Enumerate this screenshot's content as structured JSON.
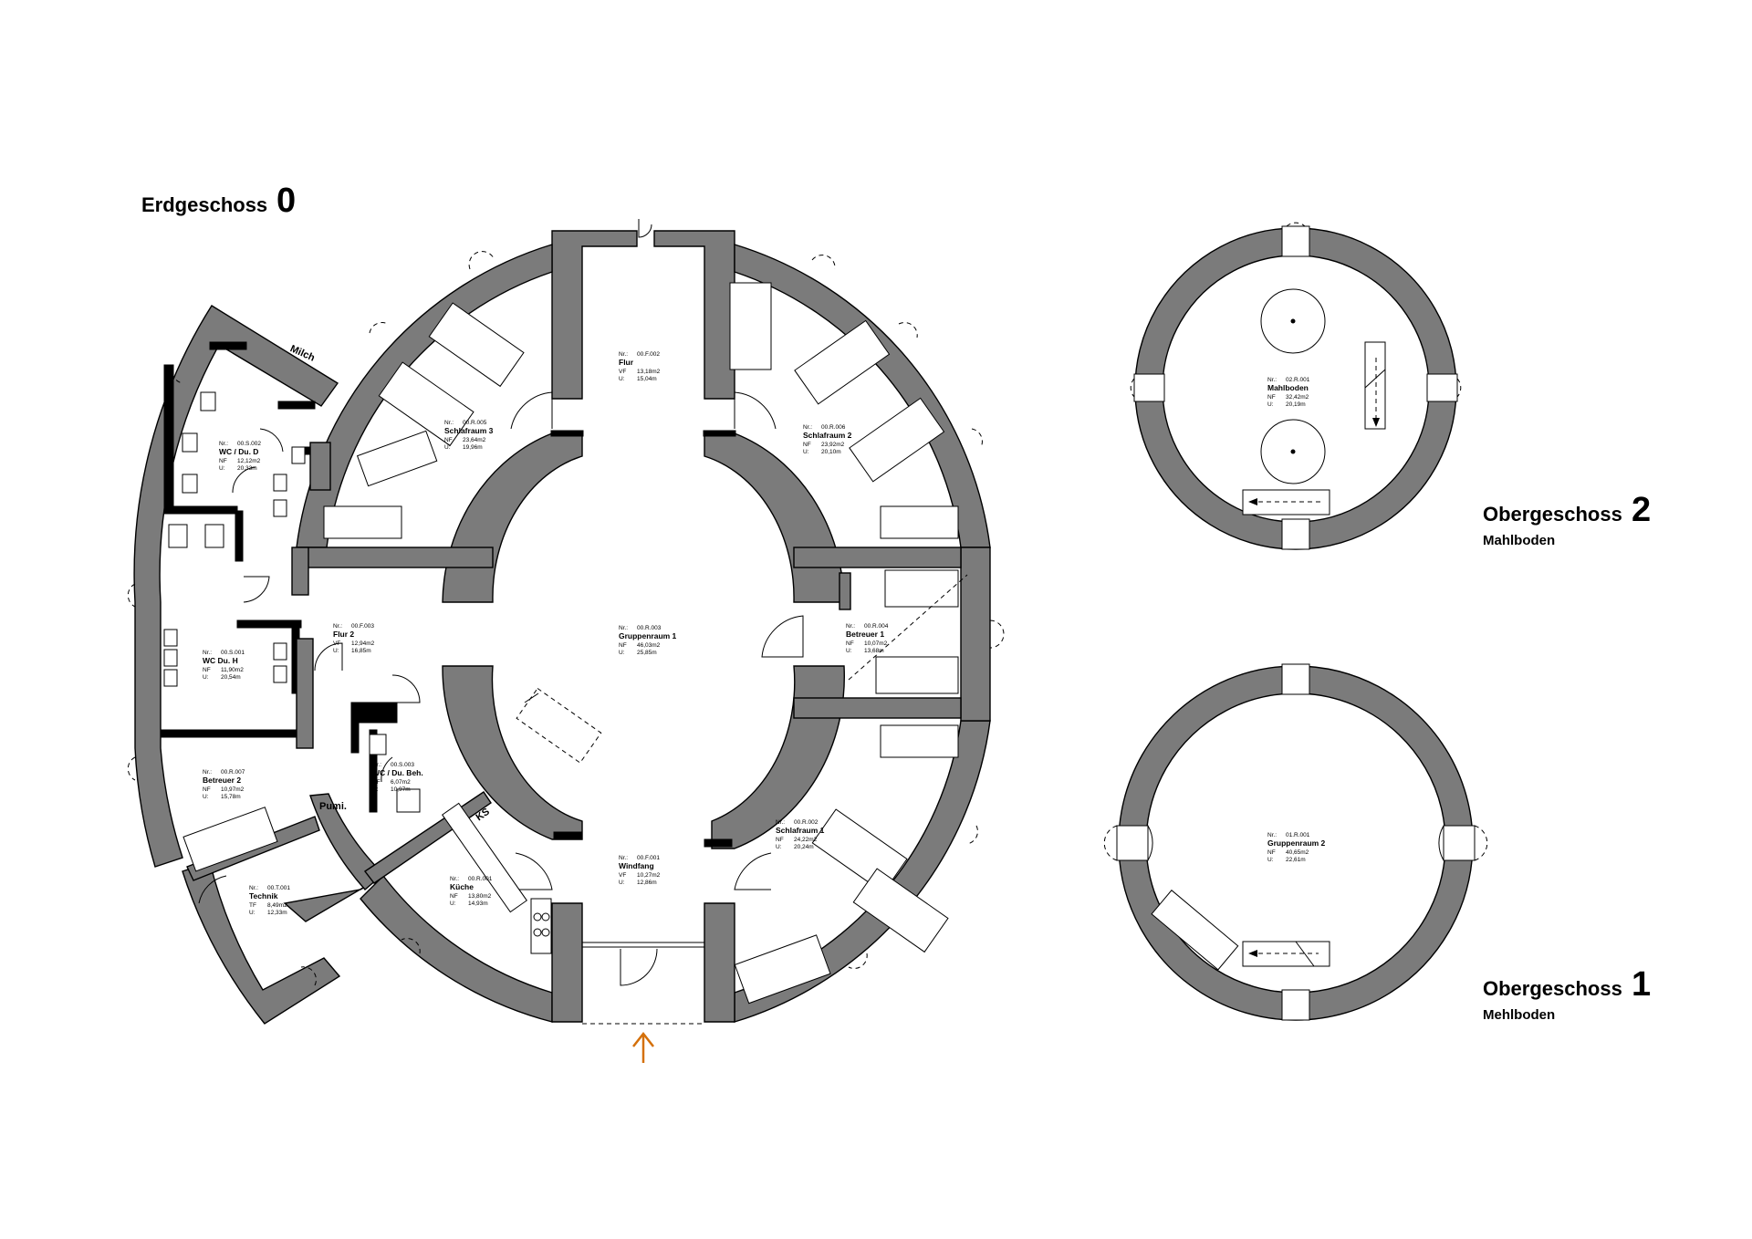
{
  "floors": {
    "ground": {
      "name": "Erdgeschoss",
      "number": "0"
    },
    "upper2": {
      "name": "Obergeschoss",
      "number": "2",
      "subtitle": "Mahlboden"
    },
    "upper1": {
      "name": "Obergeschoss",
      "number": "1",
      "subtitle": "Mehlboden"
    }
  },
  "labels": {
    "milch": "Milch",
    "pumi": "Pumi.",
    "ks": "KS"
  },
  "rooms": {
    "flur": {
      "nr": "Nr.:",
      "code": "00.F.002",
      "name": "Flur",
      "area_label": "VF",
      "area": "13,18m2",
      "perim_label": "U:",
      "perim": "15,04m"
    },
    "schlaf3": {
      "nr": "Nr.:",
      "code": "00.R.005",
      "name": "Schlafraum 3",
      "area_label": "NF",
      "area": "23,64m2",
      "perim_label": "U:",
      "perim": "19,96m"
    },
    "schlaf2": {
      "nr": "Nr.:",
      "code": "00.R.006",
      "name": "Schlafraum 2",
      "area_label": "NF",
      "area": "23,92m2",
      "perim_label": "U:",
      "perim": "20,10m"
    },
    "wcd": {
      "nr": "Nr.:",
      "code": "00.S.002",
      "name": "WC / Du. D",
      "area_label": "NF",
      "area": "12,12m2",
      "perim_label": "U:",
      "perim": "20,33m"
    },
    "flur2": {
      "nr": "Nr.:",
      "code": "00.F.003",
      "name": "Flur 2",
      "area_label": "VF",
      "area": "12,94m2",
      "perim_label": "U:",
      "perim": "16,85m"
    },
    "gruppen1": {
      "nr": "Nr.:",
      "code": "00.R.003",
      "name": "Gruppenraum 1",
      "area_label": "NF",
      "area": "46,03m2",
      "perim_label": "U:",
      "perim": "25,85m"
    },
    "betreuer1": {
      "nr": "Nr.:",
      "code": "00.R.004",
      "name": "Betreuer 1",
      "area_label": "NF",
      "area": "10,07m2",
      "perim_label": "U:",
      "perim": "13,68m"
    },
    "wch": {
      "nr": "Nr.:",
      "code": "00.S.001",
      "name": "WC Du. H",
      "area_label": "NF",
      "area": "11,90m2",
      "perim_label": "U:",
      "perim": "20,54m"
    },
    "wcbeh": {
      "nr": "Nr.:",
      "code": "00.S.003",
      "name": "WC / Du. Beh.",
      "area_label": "NF",
      "area": "6,07m2",
      "perim_label": "U:",
      "perim": "10,97m"
    },
    "betreuer2": {
      "nr": "Nr.:",
      "code": "00.R.007",
      "name": "Betreuer 2",
      "area_label": "NF",
      "area": "10,97m2",
      "perim_label": "U:",
      "perim": "15,78m"
    },
    "technik": {
      "nr": "Nr.:",
      "code": "00.T.001",
      "name": "Technik",
      "area_label": "TF",
      "area": "8,49m2",
      "perim_label": "U:",
      "perim": "12,33m"
    },
    "kueche": {
      "nr": "Nr.:",
      "code": "00.R.001",
      "name": "Küche",
      "area_label": "NF",
      "area": "13,80m2",
      "perim_label": "U:",
      "perim": "14,93m"
    },
    "windfang": {
      "nr": "Nr.:",
      "code": "00.F.001",
      "name": "Windfang",
      "area_label": "VF",
      "area": "10,27m2",
      "perim_label": "U:",
      "perim": "12,86m"
    },
    "schlaf1": {
      "nr": "Nr.:",
      "code": "00.R.002",
      "name": "Schlafraum 1",
      "area_label": "NF",
      "area": "24,22m2",
      "perim_label": "U:",
      "perim": "20,24m"
    },
    "mahlboden": {
      "nr": "Nr.:",
      "code": "02.R.001",
      "name": "Mahlboden",
      "area_label": "NF",
      "area": "32,42m2",
      "perim_label": "U:",
      "perim": "20,19m"
    },
    "gruppen2": {
      "nr": "Nr.:",
      "code": "01.R.001",
      "name": "Gruppenraum 2",
      "area_label": "NF",
      "area": "40,65m2",
      "perim_label": "U:",
      "perim": "22,61m"
    }
  },
  "colors": {
    "wall": "#7b7b7b",
    "entrance_arrow": "#d4700a"
  }
}
